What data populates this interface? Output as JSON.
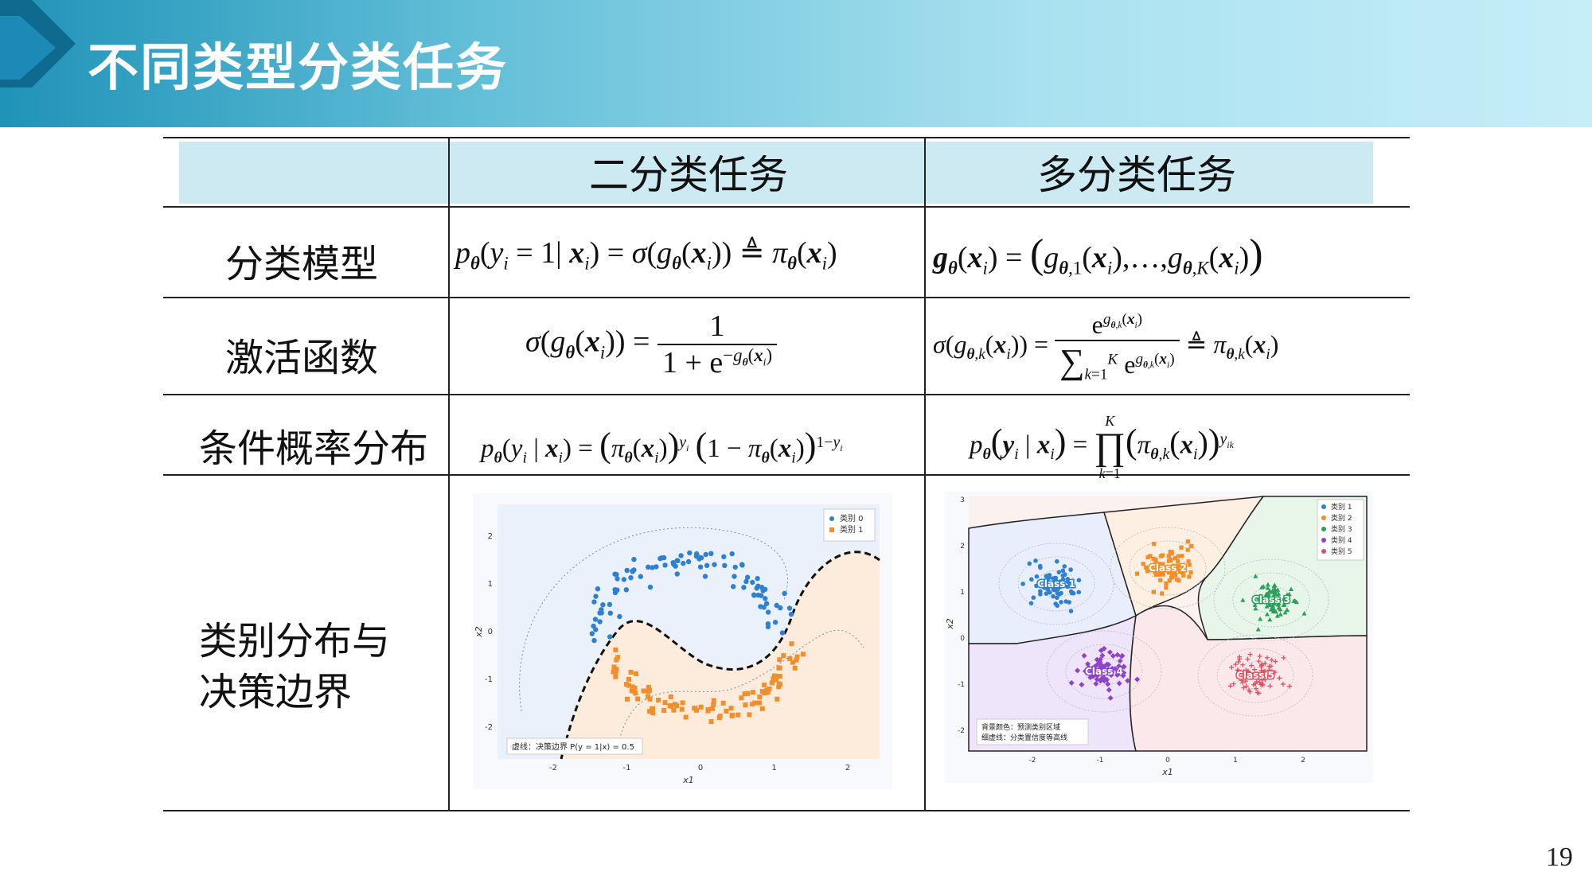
{
  "header": {
    "title": "不同类型分类任务"
  },
  "page_number": "19",
  "table": {
    "col_headers": [
      "二分类任务",
      "多分类任务"
    ],
    "row_labels": [
      "分类模型",
      "激活函数",
      "条件概率分布",
      "类别分布与",
      "决策边界"
    ]
  },
  "plots": {
    "binary": {
      "legend": [
        "类别 0",
        "类别 1"
      ],
      "annotation": "虚线：决策边界 P(y = 1|x) = 0.5",
      "xlabel": "x1",
      "ylabel": "x2",
      "xticks": [
        "-2",
        "-1",
        "0",
        "1",
        "2"
      ],
      "yticks": [
        "2",
        "1",
        "0",
        "-1",
        "-2"
      ],
      "colors": {
        "class0": "#2f80d0",
        "class1": "#f28e2b",
        "bg0": "#eaf1fb",
        "bg1": "#fdebdc"
      }
    },
    "multi": {
      "legend": [
        "类别 1",
        "类别 2",
        "类别 3",
        "类别 4",
        "类别 5"
      ],
      "class_labels": [
        "Class 1",
        "Class 2",
        "Class 3",
        "Class 4",
        "Class 5"
      ],
      "annotation_line1": "背景颜色：预测类别区域",
      "annotation_line2": "细虚线：分类置信度等高线",
      "xlabel": "x1",
      "ylabel": "x2",
      "xticks": [
        "-2",
        "-1",
        "0",
        "1",
        "2"
      ],
      "yticks": [
        "3",
        "2",
        "1",
        "0",
        "-1",
        "-2"
      ],
      "colors": {
        "c1": "#2f80d0",
        "c2": "#f28e2b",
        "c3": "#2ca05a",
        "c4": "#8e44c8",
        "c5": "#e05060"
      }
    }
  }
}
